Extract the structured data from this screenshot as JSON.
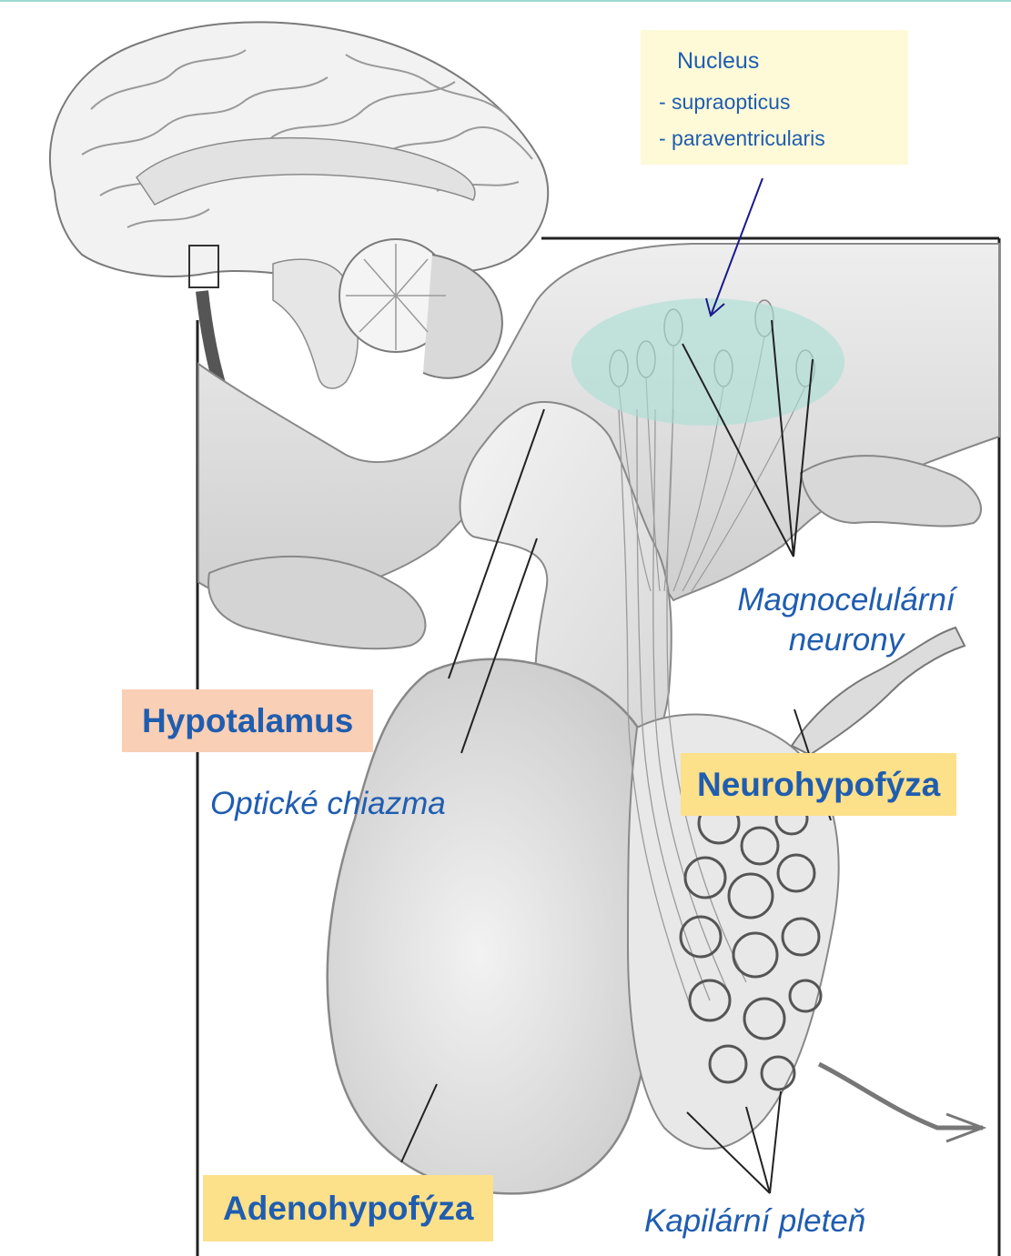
{
  "labels": {
    "nucleus_title": "Nucleus",
    "nucleus_items": [
      "- supraopticus",
      "- paraventricularis"
    ],
    "magnocellular_line1": "Magnocelulární",
    "magnocellular_line2": "neurony",
    "hypothalamus": "Hypotalamus",
    "optic_chiasm": "Optické chiazma",
    "neurohypophysis": "Neurohypofýza",
    "adenohypophysis": "Adenohypofýza",
    "capillary_plexus": "Kapilární pleteň"
  },
  "colors": {
    "label_blue": "#1f5db0",
    "hypothalamus_box": "#f9cfb5",
    "pituitary_box": "#fde08a",
    "nucleus_box": "#fefad8",
    "nucleus_highlight": "#a8e0d4",
    "pointer_arrow": "#1a1a8c"
  },
  "icons": [
    "brain-sagittal-illustration",
    "curved-down-arrow-icon",
    "pituitary-gland-illustration"
  ]
}
